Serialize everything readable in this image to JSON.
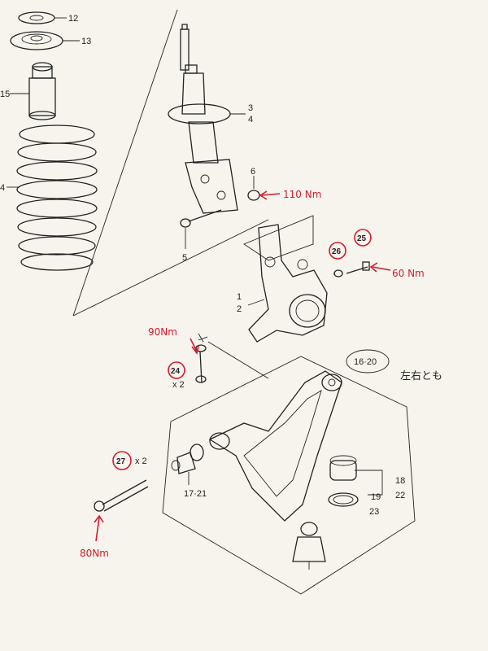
{
  "labels": {
    "l12": "12",
    "l13": "13",
    "l15": "15",
    "l4": "4",
    "l3": "3",
    "l4b": "4",
    "l6": "6",
    "l5": "5",
    "l1": "1",
    "l2": "2",
    "l26": "26",
    "l25": "25",
    "l24": "24",
    "lx2a": "x 2",
    "l1620": "16·20",
    "l27": "27",
    "lx2b": "x 2",
    "l1721": "17·21",
    "l18": "18",
    "l22": "22",
    "l19": "19",
    "l23": "23"
  },
  "annotations": {
    "torque_strut": "110 Nm",
    "torque_knuckle": "60 Nm",
    "torque_bolt24": "90Nm",
    "torque_bolt27": "80Nm",
    "note_jp": "左右とも"
  },
  "colors": {
    "paper": "#f7f4ee",
    "ink": "#222222",
    "annotation_red": "#d41a2a"
  }
}
